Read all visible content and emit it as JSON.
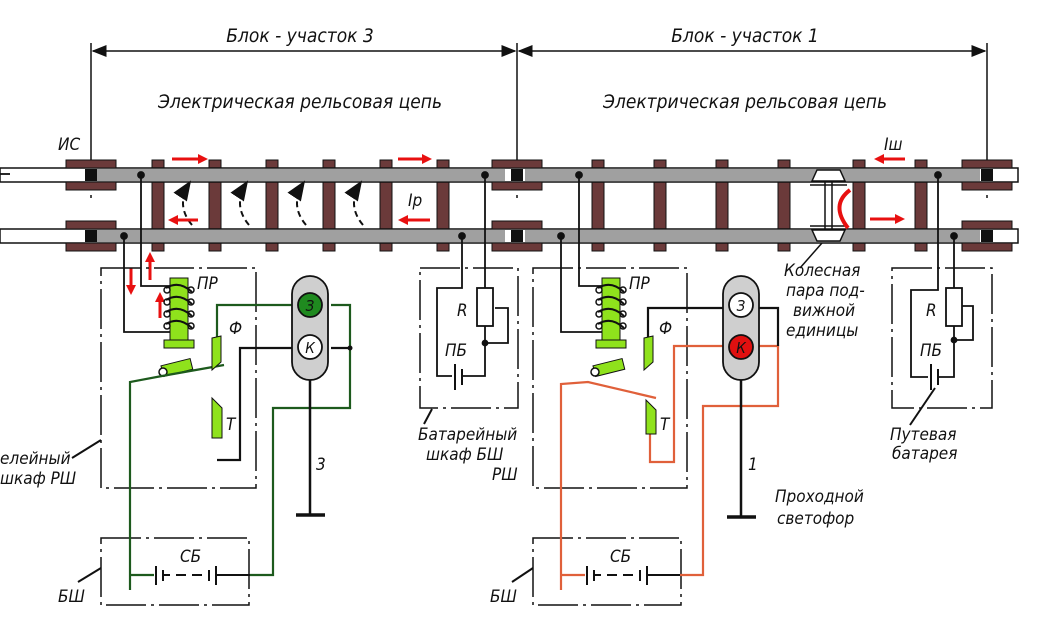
{
  "title_section_left": "Блок - участок 3",
  "title_section_right": "Блок - участок 1",
  "track_circuit_left": "Электрическая рельсовая цепь",
  "track_circuit_right": "Электрическая рельсовая цепь",
  "insulating_joint": "ИС",
  "rail_current": "Iр",
  "shunt_current": "Iш",
  "wheelset_label": [
    "Колесная",
    "пара под-",
    "вижной",
    "единицы"
  ],
  "relay_cabinet_left_label": [
    "елейный",
    "шкаф РШ"
  ],
  "relay_cabinet_right_label": "РШ",
  "battery_cabinet_label": [
    "Батарейный",
    "шкаф БШ"
  ],
  "track_battery_label": [
    "Путевая",
    "батарея"
  ],
  "signal_label": [
    "Проходной",
    "светофор"
  ],
  "track_relay": "ПР",
  "front_contact": "Ф",
  "back_contact": "Т",
  "resistor": "R",
  "track_battery": "ПБ",
  "signal_battery": "СБ",
  "battery_box": "БШ",
  "signal_left": {
    "number": "3",
    "top_lamp": "З",
    "bottom_lamp": "К",
    "active": "green"
  },
  "signal_right": {
    "number": "1",
    "top_lamp": "З",
    "bottom_lamp": "К",
    "active": "red"
  },
  "colors": {
    "rail": "#a0a0a0",
    "sleeper": "#6b3a3a",
    "relay_green": "#8fe21c",
    "lamp_green": "#1f8a1f",
    "lamp_red": "#e01010",
    "circuit_green": "#1d5a1d",
    "circuit_orange": "#e0603a",
    "current_arrow": "#e81010",
    "signal_body": "#cfcfcf"
  }
}
